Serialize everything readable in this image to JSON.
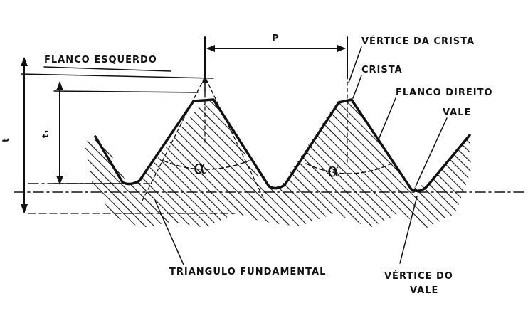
{
  "labels": {
    "flanco_esquerdo": "FLANCO ESQUERDO",
    "p": "P",
    "vertice_da_crista": "VÉRTICE   DA CRISTA",
    "crista": "CRISTA",
    "flanco_direito": "FLANCO DIREITO",
    "vale": "VALE",
    "triangulo_fundamental": "TRIANGULO  FUNDAMENTAL",
    "vertice_do": "VÉRTICE  DO",
    "vale_bottom": "VALE",
    "alpha_1": "α",
    "alpha_2": "α",
    "dim_t": "t",
    "dim_t1": "t₁"
  },
  "colors": {
    "ink": "#111111",
    "background": "#ffffff"
  }
}
